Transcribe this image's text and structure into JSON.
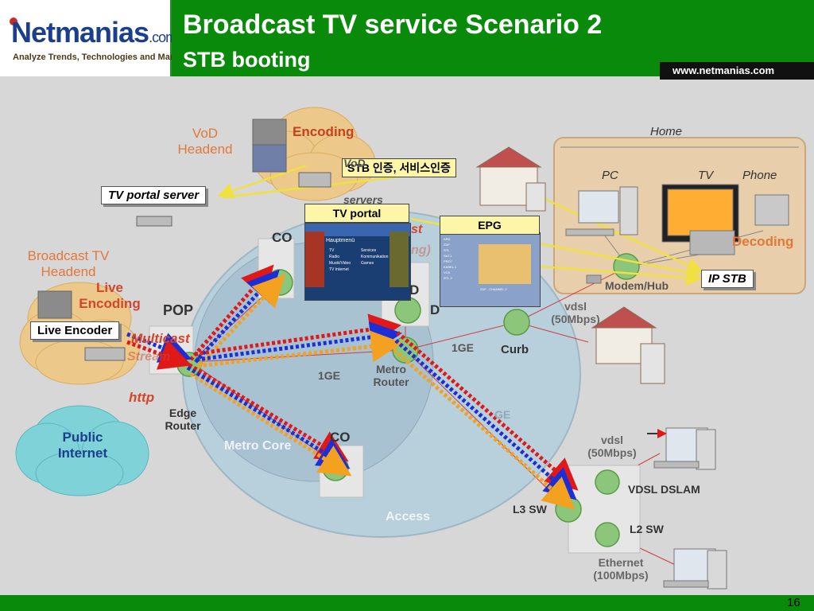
{
  "header": {
    "logo_text": "Netmanias",
    "logo_suffix": ".com",
    "tagline": "Analyze Trends, Technologies and Market",
    "title_line1": "Broadcast TV service Scenario 2",
    "title_line2": "STB booting",
    "website": "www.netmanias.com"
  },
  "footer": {
    "page_number": "16"
  },
  "labels": {
    "vod_headend": "VoD Headend",
    "encoding": "Encoding",
    "vod_servers": "VoD\nservers",
    "broadcast_headend": "Broadcast TV Headend",
    "live_encoding": "Live Encoding",
    "pop": "POP",
    "multicast": "Multicast",
    "stream": "Stream",
    "http": "http",
    "edge_router": "Edge\nRouter",
    "public_internet": "Public\nInternet",
    "co_top": "CO",
    "co_bottom": "CO",
    "metro_core": "Metro Core",
    "metro_router": "Metro\nRouter",
    "access": "Access",
    "link_1ge_a": "1GE",
    "link_1ge_b": "1GE",
    "link_ge": "GE",
    "curb": "Curb",
    "vdsl_top": "vdsl\n(50Mbps)",
    "vdsl_bottom": "vdsl\n(50Mbps)",
    "vdsl_dslam": "VDSL DSLAM",
    "l3_sw": "L3 SW",
    "l2_sw": "L2 SW",
    "ethernet": "Ethernet\n(100Mbps)",
    "home": "Home",
    "pc": "PC",
    "tv": "TV",
    "phone": "Phone",
    "decoding": "Decoding",
    "modem_hub": "Modem/Hub",
    "hidden_st": "st",
    "hidden_ng": "ng)",
    "hidden_d1": "D",
    "hidden_d2": "D"
  },
  "callouts": {
    "tv_portal_server": "TV portal server",
    "live_encoder": "Live Encoder",
    "ip_stb": "IP STB",
    "stb_auth": "STB 인증, 서비스인증"
  },
  "screens": {
    "tv_portal": "TV portal",
    "epg": "EPG",
    "portal_heading": "Hauptmenü",
    "portal_items": [
      "TV",
      "Radio",
      "Musik/Video",
      "TV Internet",
      "Services",
      "Kommunikation",
      "Games"
    ],
    "epg_channel_list": [
      "ARD",
      "ZDF",
      "RTL",
      "SAT.1",
      "PRO7",
      "KABEL 1",
      "VOX",
      "RTL 2"
    ],
    "epg_program": "ZDF - CHANNEL 2"
  },
  "colors": {
    "green_header": "#0a8a0a",
    "orange_text": "#e2783a",
    "arrow_red": "#e01818",
    "arrow_blue": "#1c2fd6",
    "arrow_yellow": "#f4d23a",
    "callout_yellow": "#fdf6a8"
  }
}
